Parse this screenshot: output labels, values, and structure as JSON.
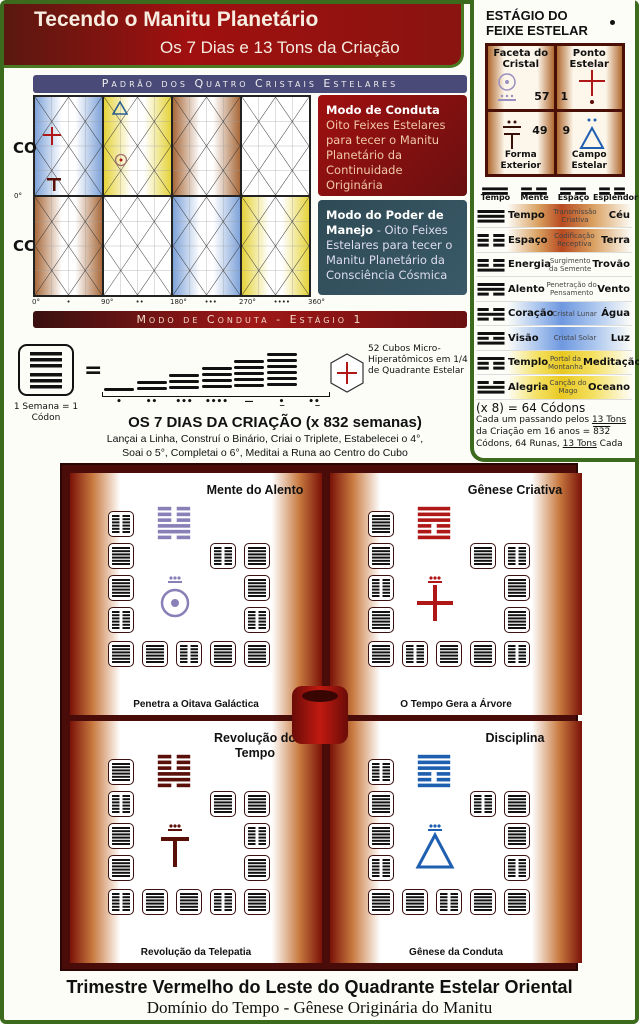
{
  "header": {
    "title": "Tecendo o Manitu Planetário",
    "subtitle": "Os 7 Dias e 13 Tons da Criação"
  },
  "pattern": {
    "header": "Padrão dos Quatro Cristais Estelares",
    "row_labels": [
      "CO",
      "CC"
    ],
    "axis": [
      "0°",
      "•",
      "90°",
      "••",
      "180°",
      "•••",
      "270°",
      "••••",
      "360°"
    ],
    "zero_label": "0°",
    "banner": "Modo de Conduta - Estágio 1",
    "cells": [
      "blue",
      "yellow",
      "brown",
      "white",
      "brown",
      "white",
      "blue",
      "yellow"
    ]
  },
  "modes": {
    "conduct_title": "Modo de Conduta",
    "conduct_text": "Oito Feixes Estelares para tecer o Manitu Planetário da Continuidade Originária",
    "power_title": "Modo do Poder de Manejo",
    "power_text": " - Oito Feixes Estelares para tecer o Manitu Planetário da Consciência Cósmica"
  },
  "stage": {
    "title_1": "ESTÁGIO DO",
    "title_2": "FEIXE ESTELAR",
    "quadrants": [
      {
        "label": "Faceta do Cristal",
        "number": "57"
      },
      {
        "label": "Ponto Estelar",
        "number": "1"
      },
      {
        "label": "Forma Exterior",
        "number": "49"
      },
      {
        "label": "Campo Estelar",
        "number": "9"
      }
    ]
  },
  "bigrams": [
    "Tempo",
    "Mente",
    "Espaço",
    "Esplendor"
  ],
  "trigrams": [
    {
      "name": "Tempo",
      "desc": "Transmissão Criativa",
      "element": "Céu",
      "band": "brown"
    },
    {
      "name": "Espaço",
      "desc": "Codificação Receptiva",
      "element": "Terra",
      "band": "brown"
    },
    {
      "name": "Energia",
      "desc": "Surgimento da Semente",
      "element": "Trovão",
      "band": "none"
    },
    {
      "name": "Alento",
      "desc": "Penetração do Pensamento",
      "element": "Vento",
      "band": "none"
    },
    {
      "name": "Coração",
      "desc": "Cristal Lunar",
      "element": "Água",
      "band": "blue"
    },
    {
      "name": "Visão",
      "desc": "Cristal Solar",
      "element": "Luz",
      "band": "blue"
    },
    {
      "name": "Templo",
      "desc": "Portal da Montanha",
      "element": "Meditação",
      "band": "yellow"
    },
    {
      "name": "Alegria",
      "desc": "Canção do Mago",
      "element": "Oceano",
      "band": "yellow"
    }
  ],
  "codons": {
    "total": "(x 8) = 64 Códons",
    "text_1": "Cada um passando pelos ",
    "tons_1": "13 Tons",
    "text_2": " da Criação em 16 anos = ",
    "n832": "832",
    "text_3": " Códons, 64 Runas, ",
    "tons_2": "13 Tons",
    "text_4": " Cada"
  },
  "days": {
    "week_label": "1 Semana = 1 Códon",
    "equals": "=",
    "cube_label": "52 Cubos Micro-Hiperatômicos em 1/4 de Quadrante Estelar",
    "title": "OS 7 DIAS DA CRIAÇÃO (x 832 semanas)",
    "line_1": "Lançai a Linha, Construí o Binário, Criai o Triplete, Estabelecei o 4°,",
    "line_2": "Soai o 5°, Completai o 6°, Meditai a Runa ao Centro do Cubo",
    "tones": [
      "•",
      "••",
      "•••",
      "••••",
      "—",
      "•̲",
      "••̲"
    ]
  },
  "panels": [
    {
      "title": "Mente do Alento",
      "footer": "Penetra a Oitava Galáctica",
      "color": "#8a80b8",
      "symbol": "sun"
    },
    {
      "title": "Gênese Criativa",
      "footer": "O Tempo Gera a Árvore",
      "color": "#b01818",
      "symbol": "cross"
    },
    {
      "title": "Revolução do Tempo",
      "footer": "Revolução da Telepatia",
      "color": "#5a1008",
      "symbol": "tee"
    },
    {
      "title": "Disciplina",
      "footer": "Gênese da Conduta",
      "color": "#1f5fb0",
      "symbol": "triangle"
    }
  ],
  "footer": {
    "line_1": "Trimestre Vermelho do Leste do Quadrante Estelar Oriental",
    "line_2": "Domínio do Tempo - Gênese Originária do Manitu"
  }
}
